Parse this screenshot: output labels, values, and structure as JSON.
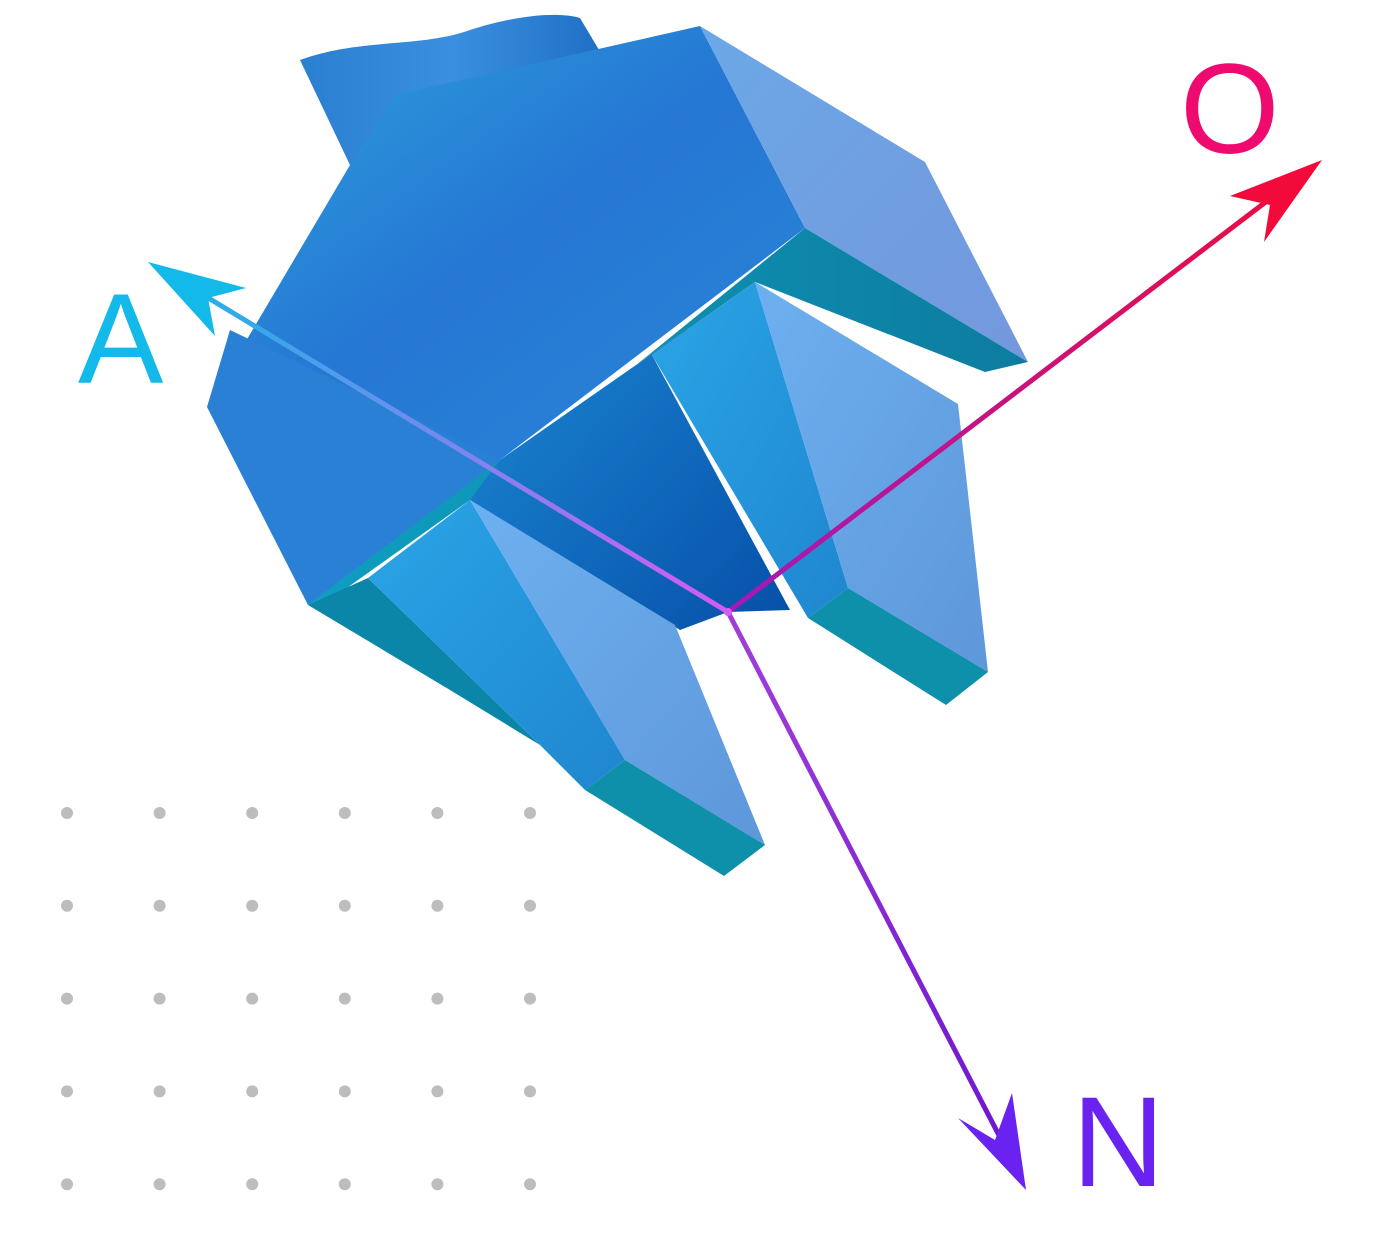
{
  "diagram": {
    "axes": [
      {
        "id": "approach",
        "label": "A",
        "color": "#13B9E8"
      },
      {
        "id": "orientation",
        "label": "O",
        "color": "#EE0A6E"
      },
      {
        "id": "normal",
        "label": "N",
        "color": "#6A22F0"
      }
    ],
    "origin_color": "#D35BF2",
    "gripper": {
      "colors": {
        "top": "#2C7FD6",
        "side_light": "#6FA6E4",
        "side_teal": "#0F8FAE",
        "shadow": "#0A5BB3"
      }
    },
    "dot_grid": {
      "rows": 5,
      "cols": 6,
      "color": "#BDBDBD"
    }
  }
}
